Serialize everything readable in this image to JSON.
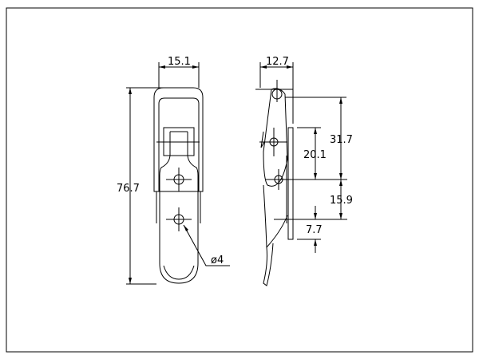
{
  "drawing": {
    "front_view": {
      "width_dim": "15.1",
      "height_dim": "76.7",
      "hole_dim": "ø4"
    },
    "side_view": {
      "width_dim": "12.7",
      "dim_31": "31.7",
      "dim_20": "20.1",
      "dim_15": "15.9",
      "dim_7": "7.7"
    }
  }
}
